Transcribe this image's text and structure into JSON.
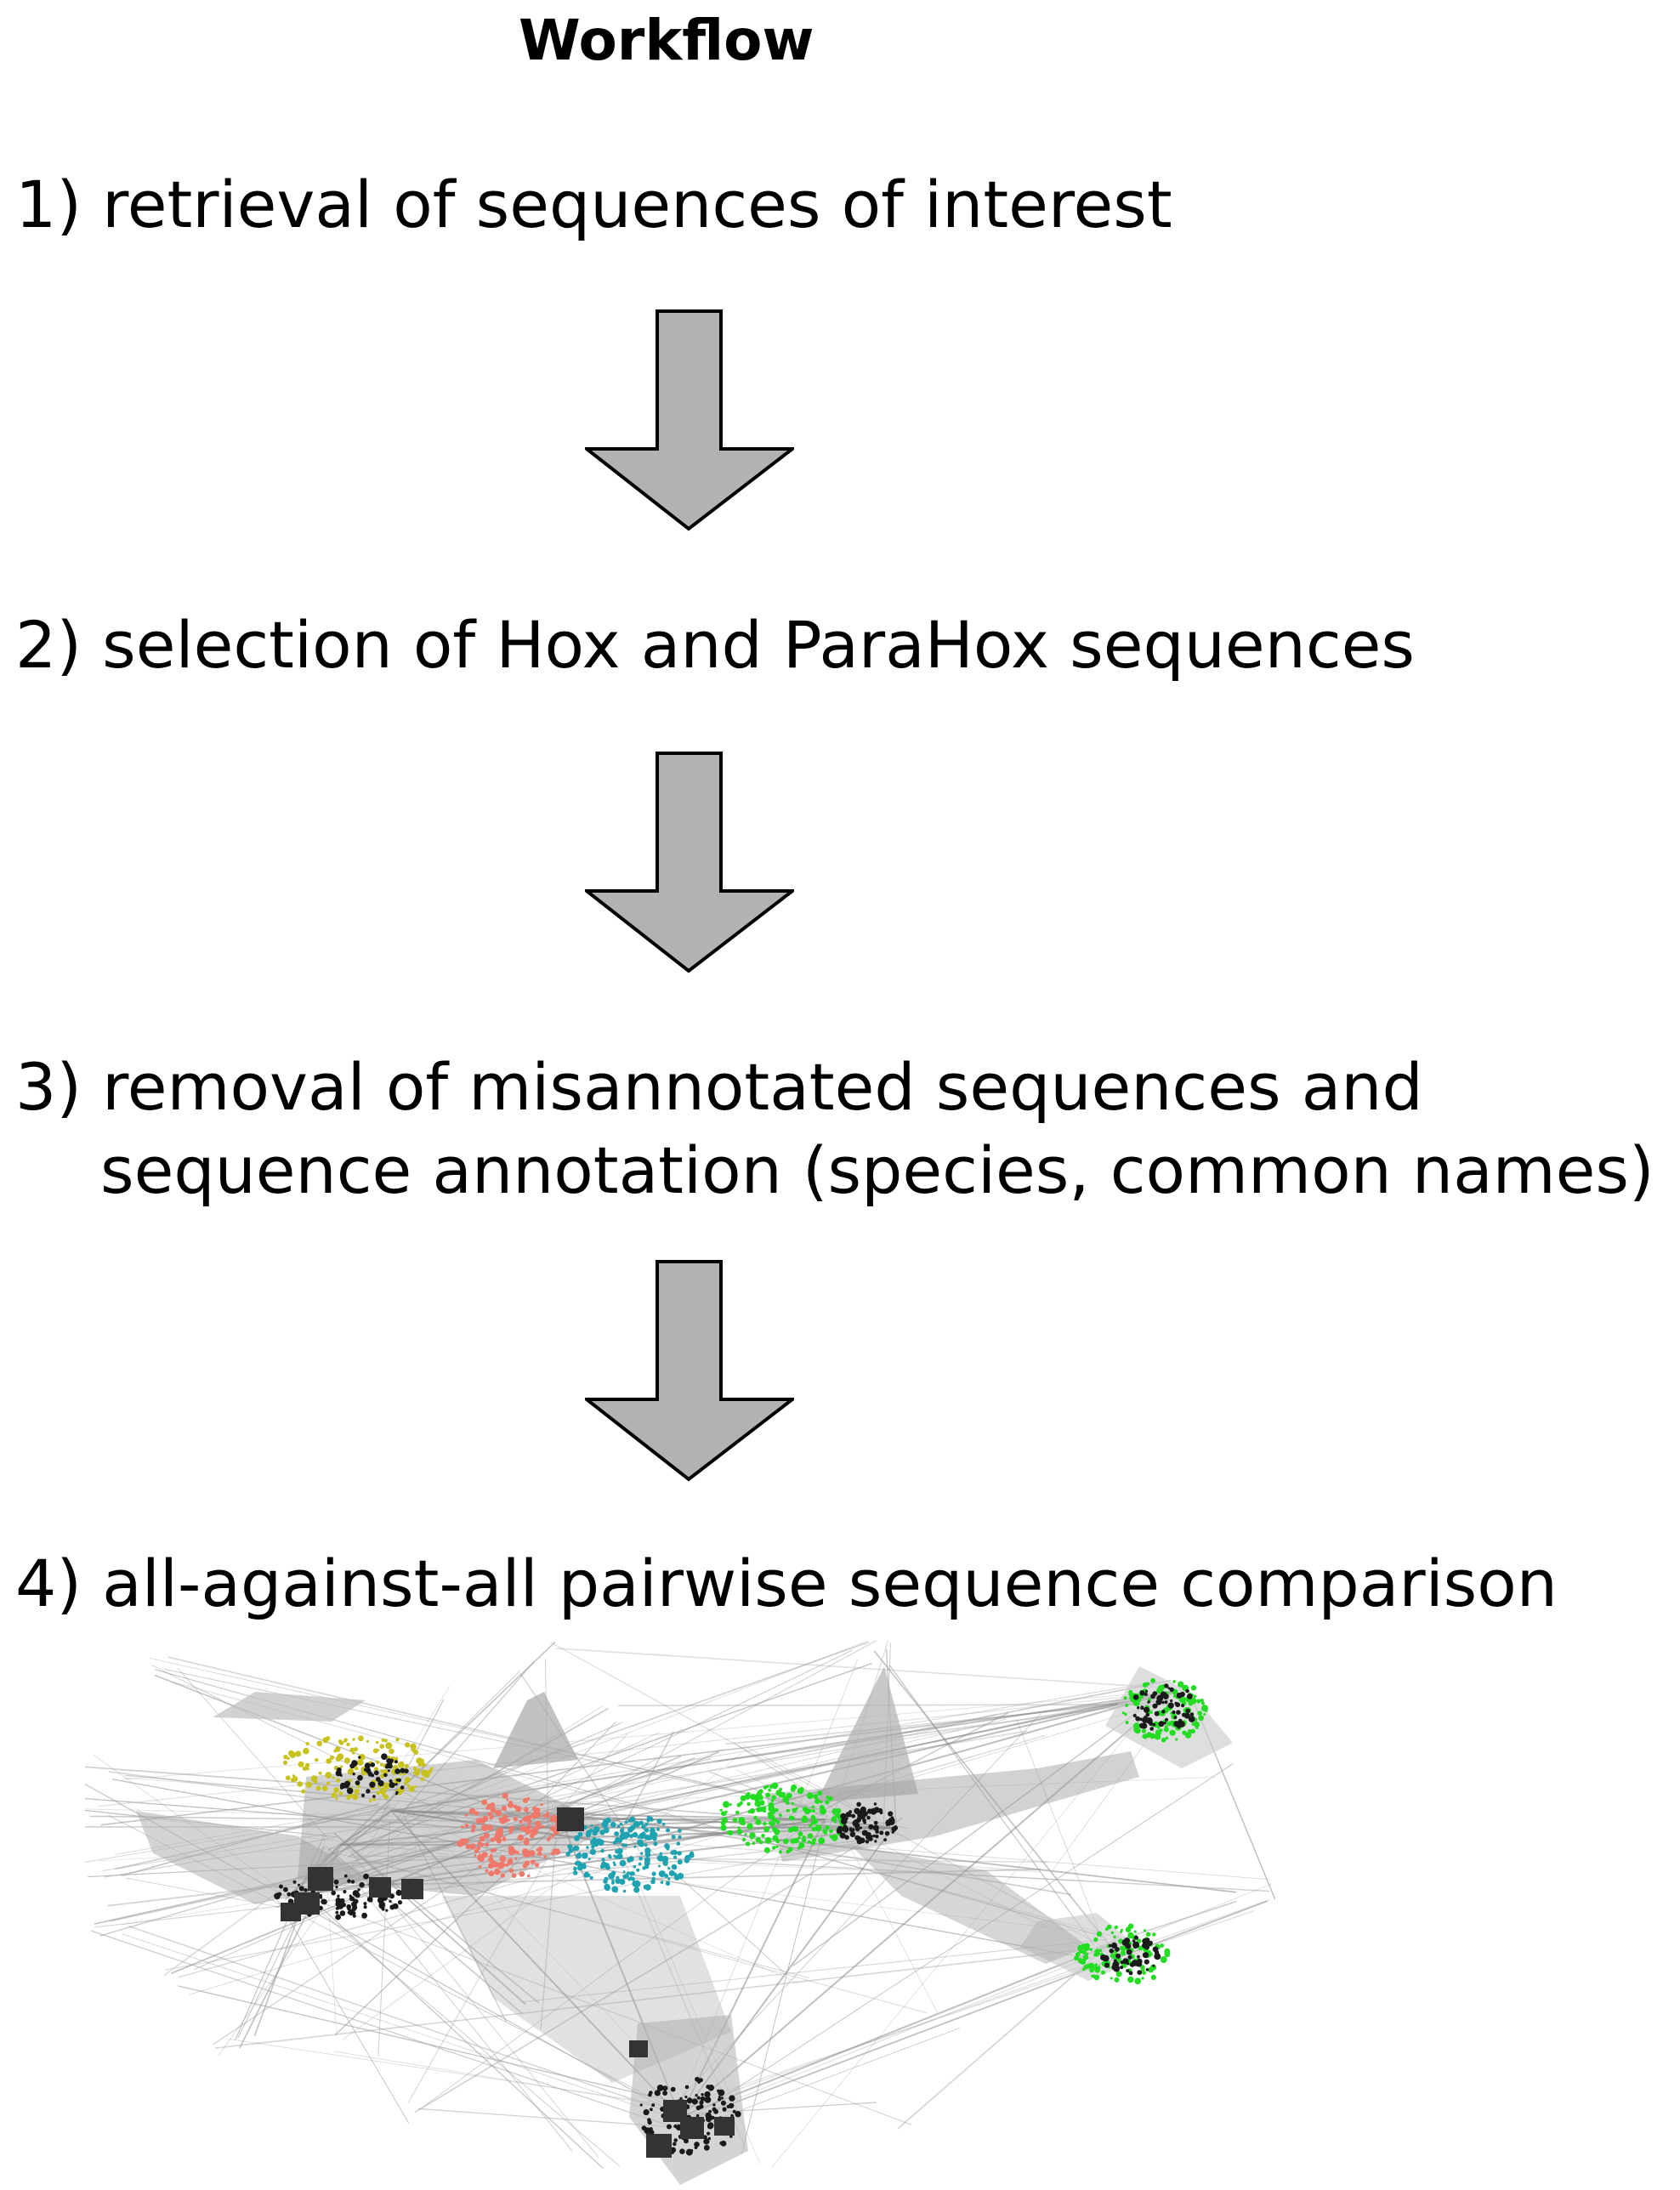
{
  "title": "Workflow",
  "steps": [
    {
      "line1": "1) retrieval of sequences of interest"
    },
    {
      "line1": "2) selection of Hox and ParaHox sequences"
    },
    {
      "line1": "3) removal of misannotated sequences and",
      "line2": "sequence annotation (species, common names)"
    },
    {
      "line1": "4) all-against-all pairwise sequence comparison"
    }
  ],
  "colors": {
    "arrow_fill": "#b2b2b2",
    "arrow_stroke": "#000000",
    "edge_gray": "#9a9a9a",
    "cluster_yellow": "#c8c21e",
    "cluster_salmon": "#f0786a",
    "cluster_cyan": "#1fa3b0",
    "cluster_green": "#22dd22",
    "cluster_black": "#1a1a1a"
  }
}
